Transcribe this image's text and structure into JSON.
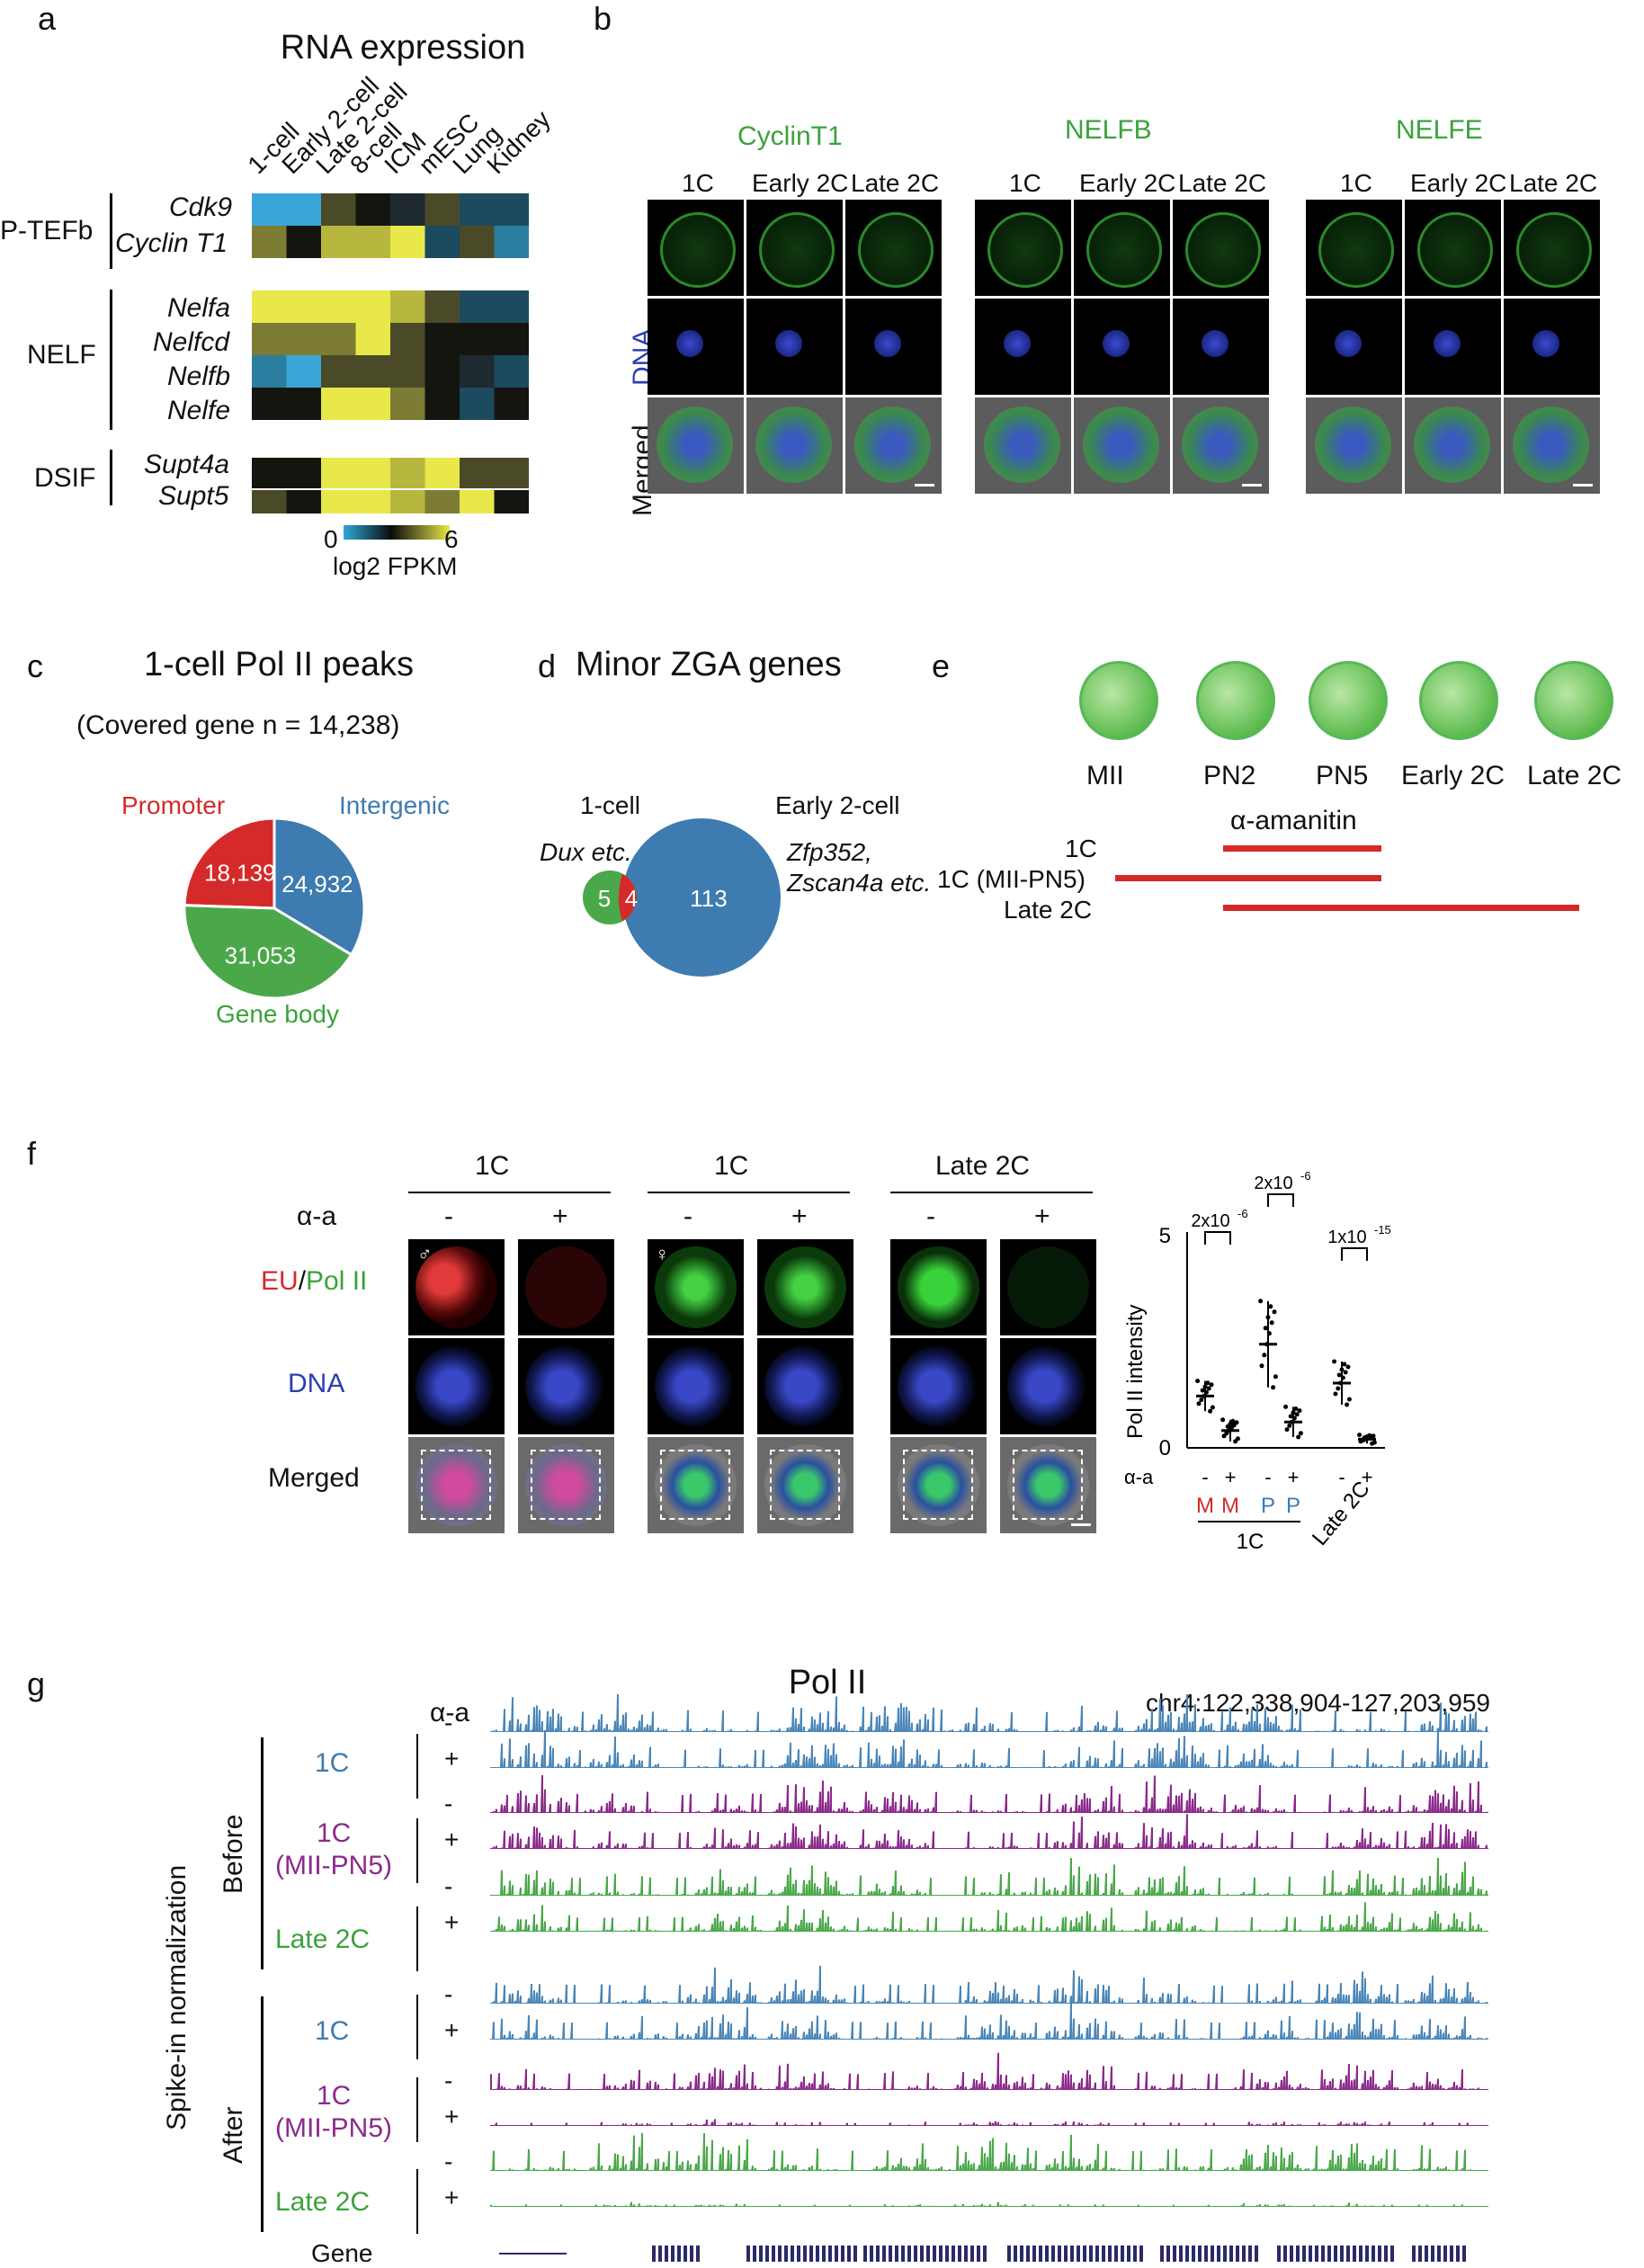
{
  "panels": {
    "a": {
      "label": "a",
      "title": "RNA expression",
      "columns": [
        "1-cell",
        "Early 2-cell",
        "Late 2-cell",
        "8-cell",
        "ICM",
        "mESC",
        "Lung",
        "Kidney"
      ],
      "groups": [
        {
          "name": "P-TEFb",
          "genes": [
            "Cdk9",
            "Cyclin T1"
          ]
        },
        {
          "name": "NELF",
          "genes": [
            "Nelfa",
            "Nelfcd",
            "Nelfb",
            "Nelfe"
          ]
        },
        {
          "name": "DSIF",
          "genes": [
            "Supt4a",
            "Supt5"
          ]
        }
      ],
      "colorbar": {
        "min": "0",
        "max": "6",
        "label": "log2 FPKM"
      }
    },
    "b": {
      "label": "b",
      "proteins": [
        "CyclinT1",
        "NELFB",
        "NELFE"
      ],
      "stages": [
        "1C",
        "Early 2C",
        "Late 2C"
      ],
      "row_labels": {
        "dna": "DNA",
        "merged": "Merged"
      }
    },
    "c": {
      "label": "c",
      "title": "1-cell Pol II peaks",
      "subtitle": "(Covered gene n = 14,238)",
      "slices": [
        {
          "name": "Promoter",
          "value": "18,139"
        },
        {
          "name": "Intergenic",
          "value": "24,932"
        },
        {
          "name": "Gene body",
          "value": "31,053"
        }
      ]
    },
    "d": {
      "label": "d",
      "title": "Minor ZGA genes",
      "left_set": "1-cell",
      "right_set": "Early 2-cell",
      "left_note": "Dux etc.",
      "right_note_1": "Zfp352,",
      "right_note_2": "Zscan4a etc.",
      "left_only": "5",
      "overlap": "4",
      "right_only": "113"
    },
    "e": {
      "label": "e",
      "stages": [
        "MII",
        "PN2",
        "PN5",
        "Early 2C",
        "Late 2C"
      ],
      "drug": "α-amanitin",
      "treatments": [
        "1C",
        "1C (MII-PN5)",
        "Late 2C"
      ]
    },
    "f": {
      "label": "f",
      "groups": [
        "1C",
        "1C",
        "Late 2C"
      ],
      "aa_label": "α-a",
      "minus": "-",
      "plus": "+",
      "row_labels": {
        "eu": "EU",
        "slash": "/",
        "pol2": "Pol II",
        "dna": "DNA",
        "merged": "Merged"
      },
      "symbols": {
        "male": "♂",
        "female": "♀"
      },
      "plot": {
        "ylabel": "Pol II intensity",
        "yticks": [
          "0",
          "5"
        ],
        "pvalues": [
          "2x10",
          "-6",
          "2x10",
          "-6",
          "1x10",
          "-15"
        ],
        "xcats": [
          "M",
          "M",
          "P",
          "P"
        ],
        "group_1c": "1C",
        "group_late": "Late 2C"
      }
    },
    "g": {
      "label": "g",
      "title": "Pol II",
      "coords": "chr4:122,338,904-127,203,959",
      "aa_label": "α-a",
      "side_label": "Spike-in normalization",
      "before": "Before",
      "after": "After",
      "sample_1c": "1C",
      "sample_mii_1": "1C",
      "sample_mii_2": "(MII-PN5)",
      "sample_late": "Late 2C",
      "gene_label": "Gene",
      "minus": "-",
      "plus": "+"
    }
  },
  "colors": {
    "green": "#3ba23b",
    "red": "#d42a2a",
    "blue": "#2b3fb0",
    "steel": "#4b86b8",
    "purple": "#8b2a8b",
    "yellow": "#e8e84a",
    "cyan": "#3aa6d8"
  }
}
